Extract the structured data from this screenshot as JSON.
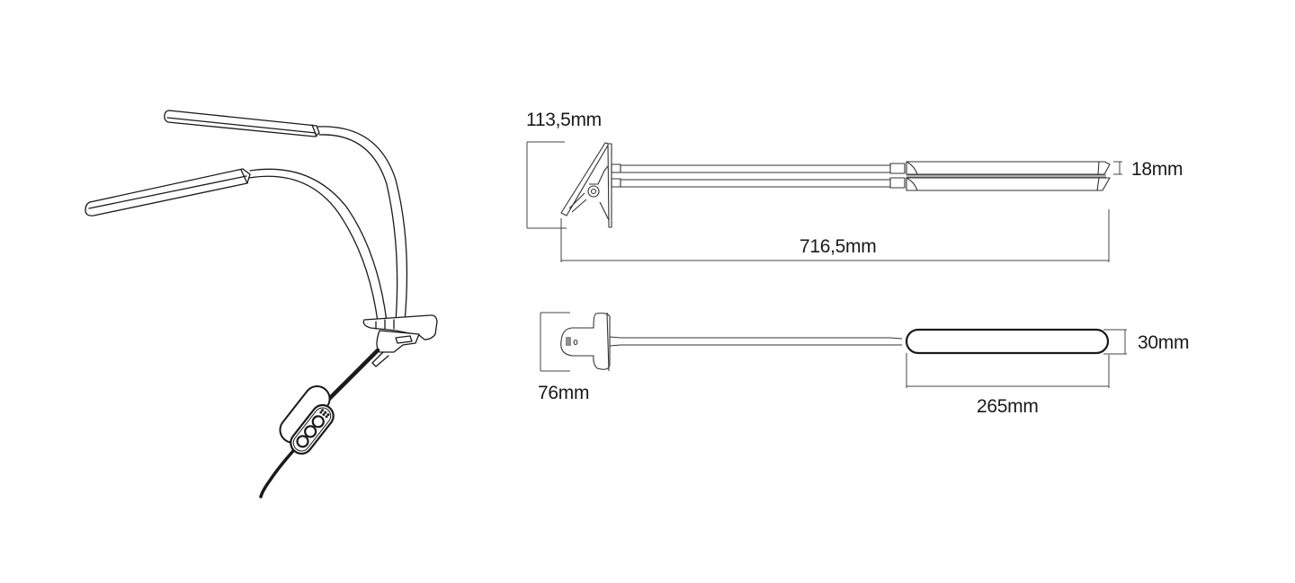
{
  "diagram": {
    "subject": "Dual-head clip-on LED desk lamp",
    "colors": {
      "background": "#ffffff",
      "line": "#1a1a1a",
      "dimension_line": "#555555",
      "cable": "#1a1a1a"
    },
    "views": {
      "perspective": {
        "components": [
          "lamp-head-upper",
          "lamp-head-lower",
          "gooseneck-upper",
          "gooseneck-lower",
          "clamp",
          "cable",
          "inline-controller"
        ],
        "controller_buttons": 3
      },
      "side_view": {
        "dimensions": {
          "clamp_height": "113,5mm",
          "head_thickness": "18mm",
          "total_length": "716,5mm"
        }
      },
      "top_view": {
        "dimensions": {
          "clamp_width": "76mm",
          "head_width": "30mm",
          "head_length": "265mm"
        }
      }
    }
  }
}
